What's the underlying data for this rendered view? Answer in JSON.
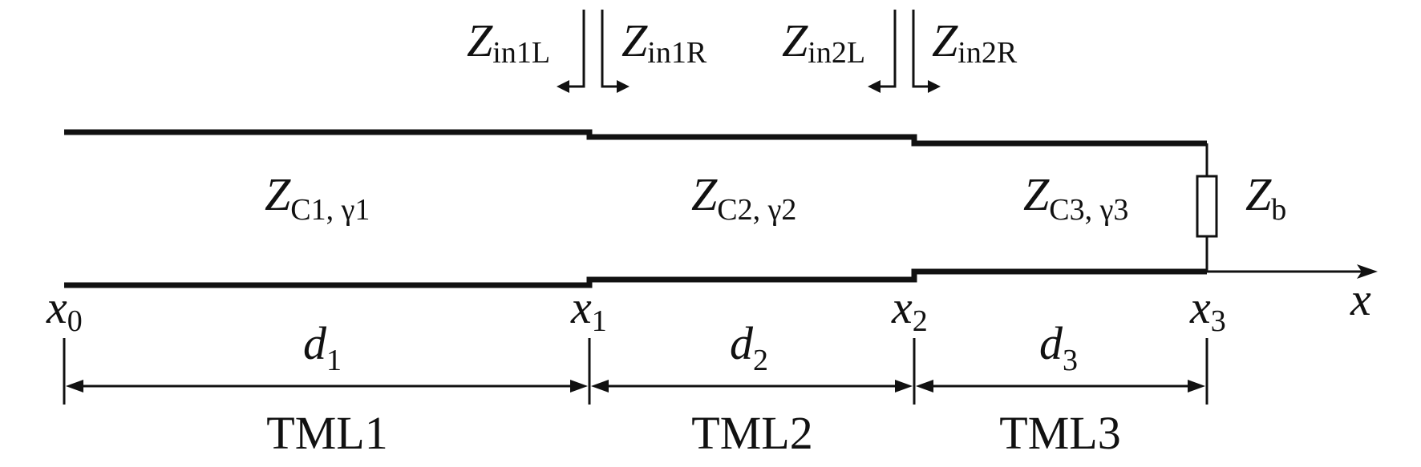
{
  "impedances_in": [
    {
      "main": "Z",
      "sub": "in1L"
    },
    {
      "main": "Z",
      "sub": "in1R"
    },
    {
      "main": "Z",
      "sub": "in2L"
    },
    {
      "main": "Z",
      "sub": "in2R"
    }
  ],
  "line_impedances": [
    {
      "main": "Z",
      "sub": "C1, γ1"
    },
    {
      "main": "Z",
      "sub": "C2, γ2"
    },
    {
      "main": "Z",
      "sub": "C3, γ3"
    }
  ],
  "load": {
    "main": "Z",
    "sub": "b"
  },
  "axis_label": "x",
  "positions": [
    {
      "main": "x",
      "sub": "0"
    },
    {
      "main": "x",
      "sub": "1"
    },
    {
      "main": "x",
      "sub": "2"
    },
    {
      "main": "x",
      "sub": "3"
    }
  ],
  "lengths": [
    {
      "main": "d",
      "sub": "1"
    },
    {
      "main": "d",
      "sub": "2"
    },
    {
      "main": "d",
      "sub": "3"
    }
  ],
  "segments": [
    "TML1",
    "TML2",
    "TML3"
  ]
}
